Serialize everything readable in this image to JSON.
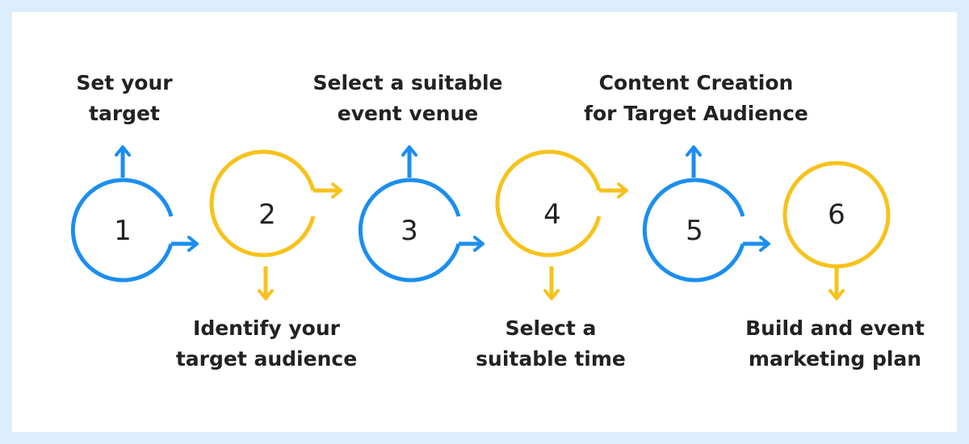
{
  "colors": {
    "page_background": "#dcedfd",
    "card_background": "#ffffff",
    "blue": "#1b8ef0",
    "yellow": "#f7c21b",
    "text": "#222222"
  },
  "steps": [
    {
      "number": "1",
      "color": "blue",
      "label": [
        "Set your",
        "target"
      ]
    },
    {
      "number": "2",
      "color": "yellow",
      "label": [
        "Identify your",
        "target audience"
      ]
    },
    {
      "number": "3",
      "color": "blue",
      "label": [
        "Select a suitable",
        "event venue"
      ]
    },
    {
      "number": "4",
      "color": "yellow",
      "label": [
        "Select a",
        "suitable time"
      ]
    },
    {
      "number": "5",
      "color": "blue",
      "label": [
        "Content Creation",
        "for Target Audience"
      ]
    },
    {
      "number": "6",
      "color": "yellow",
      "label": [
        "Build and event",
        "marketing plan"
      ]
    }
  ]
}
